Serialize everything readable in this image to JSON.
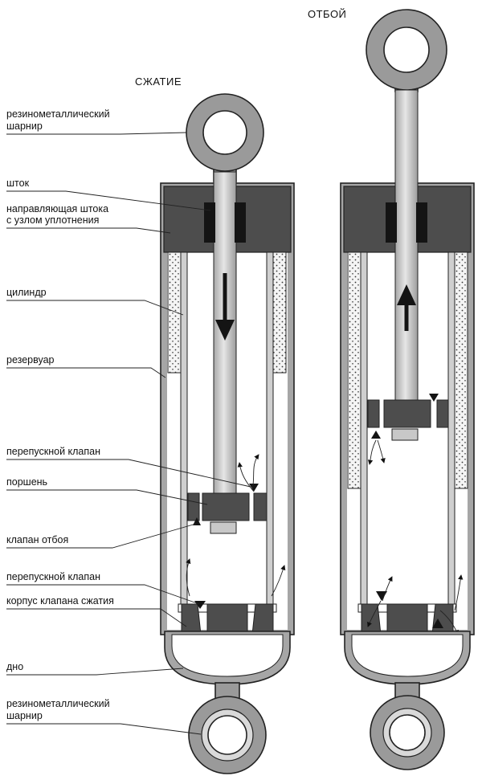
{
  "titles": {
    "compression": "СЖАТИЕ",
    "rebound": "ОТБОЙ"
  },
  "labels": [
    "резинометаллический",
    "шарнир",
    "шток",
    "направляющая штока",
    "с узлом уплотнения",
    "цилиндр",
    "резервуар",
    "перепускной клапан",
    "поршень",
    "клапан отбоя",
    "перепускной клапан",
    "корпус клапана сжатия",
    "дно",
    "резинометаллический",
    "шарнир"
  ],
  "colors": {
    "dark_gray": "#4d4d4d",
    "mid_gray": "#9a9a9a",
    "light_gray": "#c8c8c8",
    "rod_gray": "#bdbdbd",
    "black": "#141414"
  }
}
